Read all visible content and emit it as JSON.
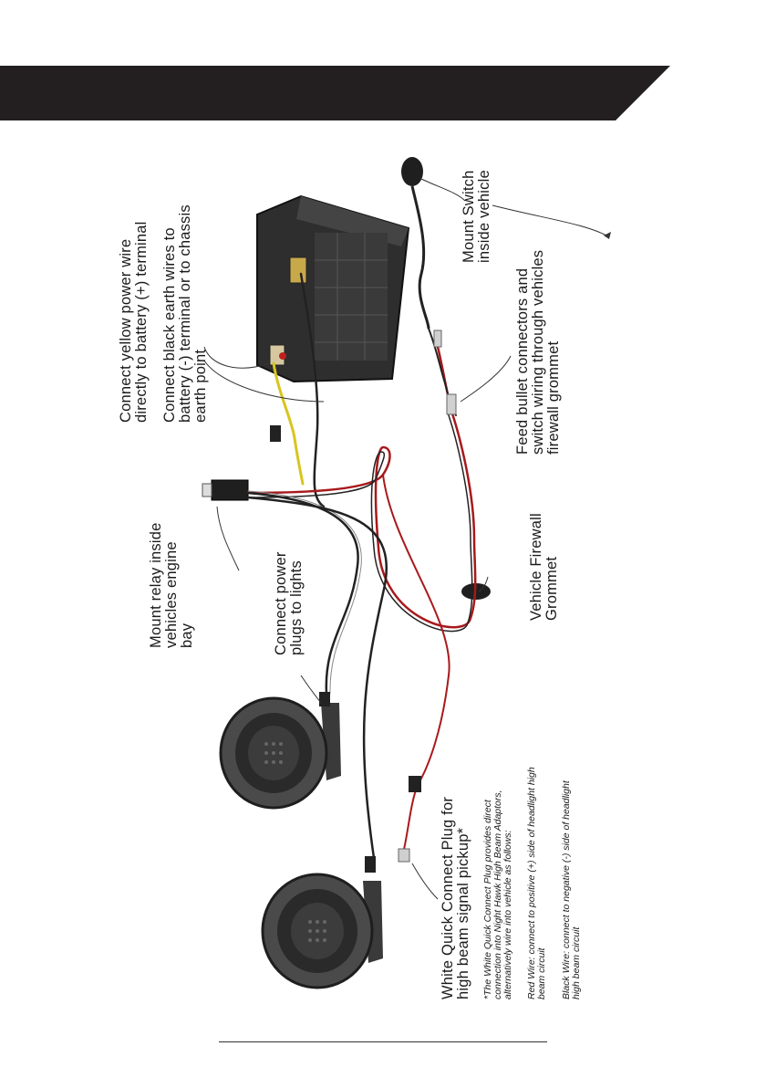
{
  "banner": {
    "color": "#231f20"
  },
  "labels": {
    "yellow_wire_l1": "Connect yellow power wire",
    "yellow_wire_l2": "directly to battery (+) terminal",
    "earth_l1": "Connect black earth wires to",
    "earth_l2": "battery (-) terminal or to chassis",
    "earth_l3": "earth point",
    "switch_l1": "Mount Switch",
    "switch_l2": "inside vehicle",
    "bullet_l1": "Feed bullet connectors and",
    "bullet_l2": "switch wiring through vehicles",
    "bullet_l3": "firewall grommet",
    "relay_l1": "Mount relay inside",
    "relay_l2": "vehicles engine",
    "relay_l3": "bay",
    "power_l1": "Connect power",
    "power_l2": "plugs to lights",
    "grommet_l1": "Vehicle Firewall",
    "grommet_l2": "Grommet",
    "quick_l1": "White Quick Connect Plug for",
    "quick_l2": "high beam signal pickup*",
    "note_l1": "*The White Quick Connect Plug provides direct",
    "note_l2": "connection into Night Hawk High Beam Adaptors,",
    "note_l3": "alternatively wire into vehicle as follows:",
    "red_l1": "Red Wire: connect to positive (+) side of headlight high",
    "red_l2": "beam circuit",
    "black_l1": "Black Wire: connect to negative (-) side of headlight",
    "black_l2": "high beam circuit"
  },
  "colors": {
    "red_wire": "#a8191c",
    "black_wire": "#222222",
    "yellow_wire": "#d8c51e",
    "battery": "#2b2b2b"
  }
}
